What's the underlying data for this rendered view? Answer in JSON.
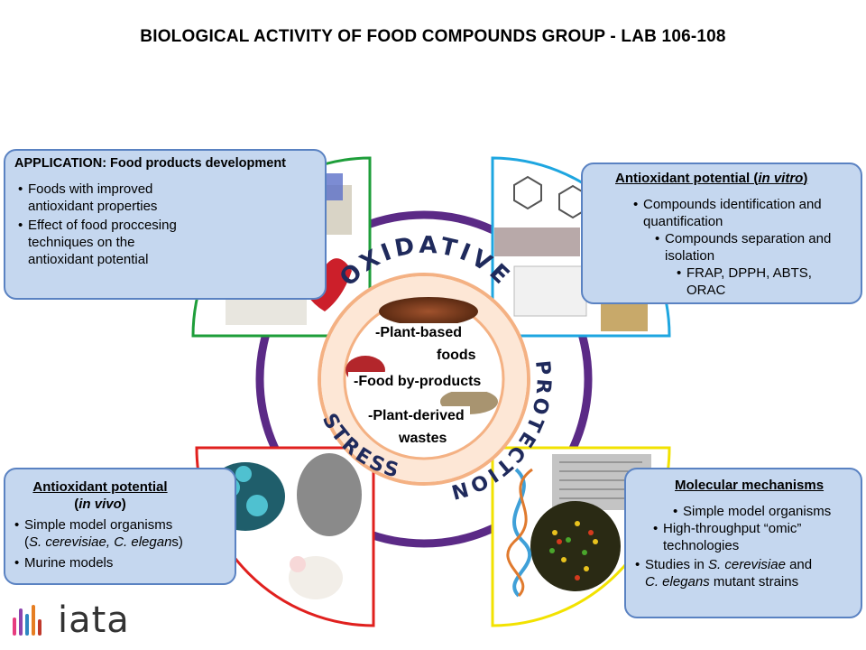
{
  "title": "BIOLOGICAL ACTIVITY OF FOOD COMPOUNDS GROUP -  LAB 106-108",
  "ring": {
    "top_text": "OXIDATIVE",
    "right_text": "PROTECTION",
    "left_text": "STRESS",
    "colors": {
      "outer_ring": "#5b2a86",
      "inner_ring": "#f4b183",
      "top_left": "#1e9e3a",
      "top_right": "#1ea6e0",
      "bottom_left": "#e0201e",
      "bottom_right": "#f2e200"
    }
  },
  "center": {
    "line1a": "-Plant-based",
    "line1b": "foods",
    "line2": "-Food by-products",
    "line3a": "-Plant-derived",
    "line3b": "wastes"
  },
  "boxes": {
    "application": {
      "heading": "APPLICATION: Food products development",
      "items": [
        "Foods with improved antioxidant properties",
        "Effect of food proccesing techniques on the antioxidant potential"
      ]
    },
    "in_vitro": {
      "heading_a": "Antioxidant potential (",
      "heading_b": "in vitro",
      "heading_c": ")",
      "items": [
        "Compounds identification and quantification",
        "Compounds separation and isolation",
        "FRAP, DPPH, ABTS, ORAC"
      ]
    },
    "in_vivo": {
      "heading_a": "Antioxidant potential",
      "heading_b1": "(",
      "heading_b2": "in vivo",
      "heading_b3": ")",
      "item1_a": "Simple model organisms",
      "item1_b": "(",
      "item1_c": "S. cerevisiae, C. elegan",
      "item1_d": "s)",
      "item2": "Murine models"
    },
    "molecular": {
      "heading": "Molecular mechanisms",
      "item1": "Simple model organisms",
      "item2": "High-throughput “omic” technologies",
      "item3_a": "Studies in ",
      "item3_b": "S. cerevisiae",
      "item3_c": " and",
      "item3_d": "C. elegans",
      "item3_e": " mutant strains"
    }
  },
  "logo": {
    "text": "iata"
  }
}
